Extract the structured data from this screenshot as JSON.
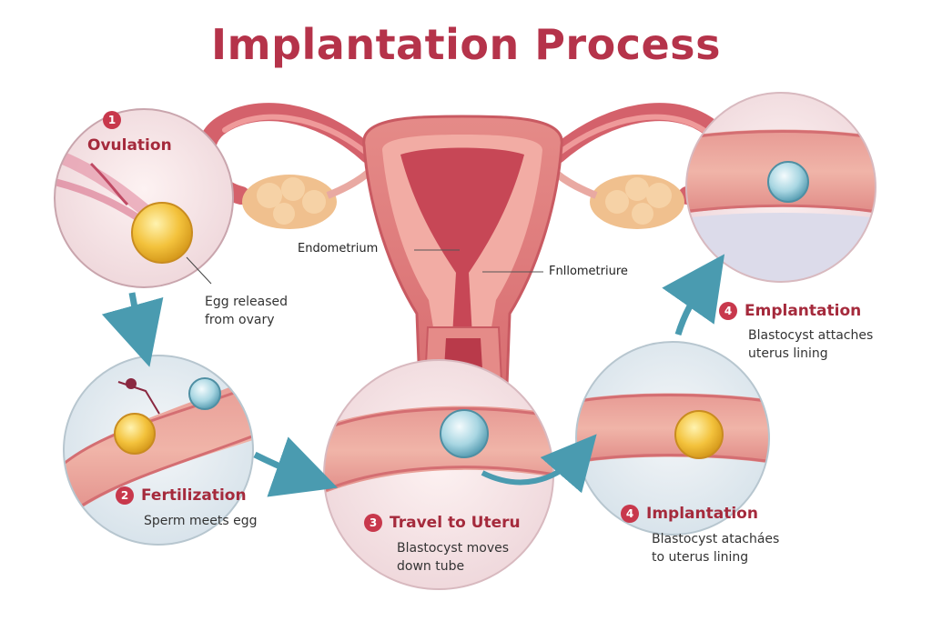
{
  "title": "Implantation Process",
  "anatomy_labels": {
    "left": "Endometrium",
    "right": "Fnllometriure"
  },
  "steps": [
    {
      "number": "1",
      "title": "Ovulation",
      "description": [
        "Egg released",
        "from ovary"
      ]
    },
    {
      "number": "2",
      "title": "Fertilization",
      "description": [
        "Sperm meets egg"
      ]
    },
    {
      "number": "3",
      "title": "Travel to Uteru",
      "description": [
        "Blastocyst moves",
        "down  tube"
      ]
    },
    {
      "number": "4",
      "title": "Implantation",
      "description": [
        "Blastocyst atacháes",
        "to uterus lining"
      ]
    },
    {
      "number": "4",
      "title": "Emplantation",
      "description": [
        "Blastocyst attaches",
        "uterus lining"
      ]
    }
  ],
  "colors": {
    "title": "#b5334a",
    "badge": "#c8384c",
    "arrow": "#4a9bb0",
    "tissue": "#e88f8a",
    "egg": "#f4c542"
  }
}
